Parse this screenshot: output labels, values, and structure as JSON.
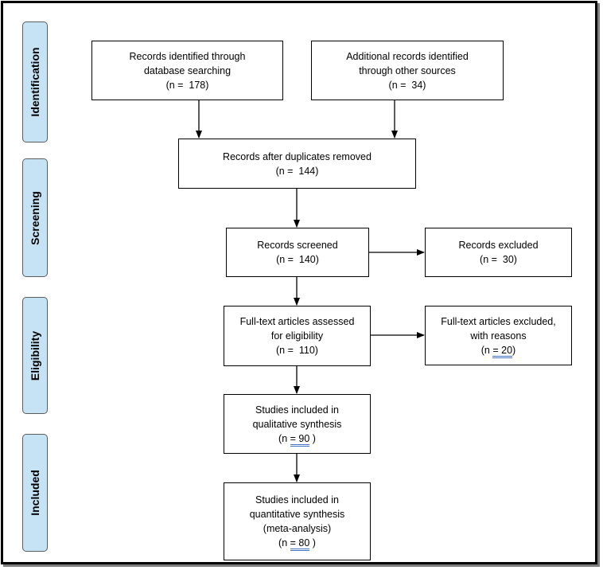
{
  "phases": {
    "identification": "Identification",
    "screening": "Screening",
    "eligibility": "Eligibility",
    "included": "Included"
  },
  "boxes": {
    "db_search": {
      "line1": "Records identified through",
      "line2": "database searching",
      "n_prefix": "(n =  ",
      "n_value": "178",
      "n_suffix": ")"
    },
    "other_sources": {
      "line1": "Additional records identified",
      "line2": "through other sources",
      "n_prefix": "(n =  ",
      "n_value": "34",
      "n_suffix": ")"
    },
    "duplicates_removed": {
      "line1": "Records after duplicates removed",
      "n_prefix": "(n =  ",
      "n_value": "144",
      "n_suffix": ")"
    },
    "screened": {
      "line1": "Records screened",
      "n_prefix": "(n =  ",
      "n_value": "140",
      "n_suffix": ")"
    },
    "excluded": {
      "line1": "Records excluded",
      "n_prefix": "(n =  ",
      "n_value": "30",
      "n_suffix": ")"
    },
    "fulltext_assessed": {
      "line1": "Full-text articles assessed",
      "line2": "for eligibility",
      "n_prefix": "(n =  ",
      "n_value": "110",
      "n_suffix": ")"
    },
    "fulltext_excluded": {
      "line1": "Full-text articles excluded,",
      "line2": "with reasons",
      "n_prefix": "(n ",
      "n_underlined": "= 20",
      "n_suffix": ")"
    },
    "qualitative": {
      "line1": "Studies included in",
      "line2": "qualitative synthesis",
      "n_prefix": "(n ",
      "n_underlined": "= 90",
      "n_suffix": " )"
    },
    "quantitative": {
      "line1": "Studies included in",
      "line2": "quantitative synthesis",
      "line3": "(meta-analysis)",
      "n_prefix": "(n ",
      "n_underlined": "= 80",
      "n_suffix": " )"
    }
  }
}
